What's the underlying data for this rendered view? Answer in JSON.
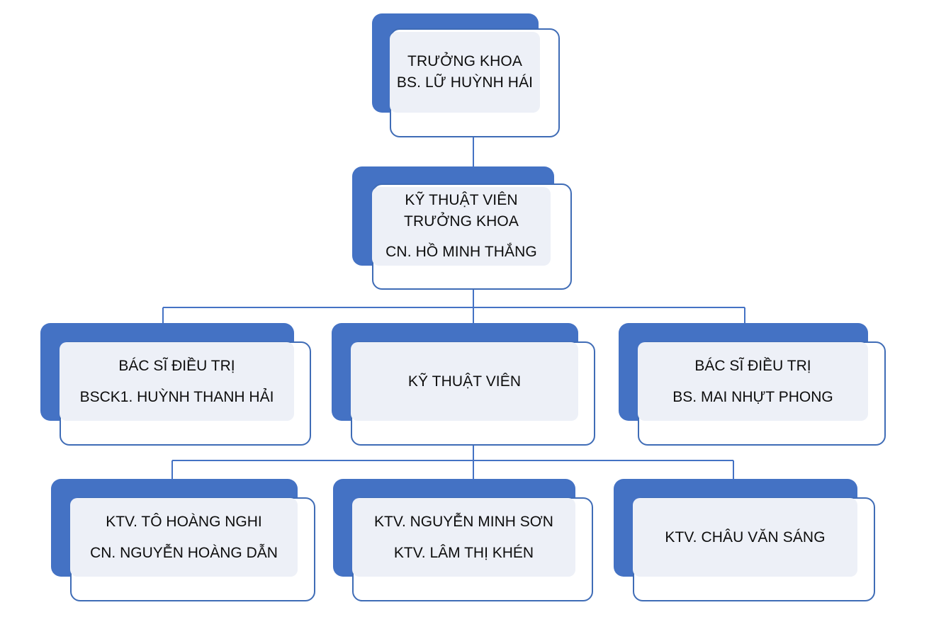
{
  "chart_title": "",
  "theme": {
    "accent_blue": "#4472C4",
    "outline_blue": "#3F6CB6",
    "panel_fill": "#EDF0F7",
    "box_fill": "#FFFFFF",
    "text_color": "#0D0D0D",
    "connector_color": "#4472C4",
    "page_background": "#FFFFFF"
  },
  "nodes": {
    "truong_khoa": {
      "id": "truong-khoa",
      "level": 1,
      "lines": [
        "TRƯỞNG KHOA",
        "BS. LỮ HUỲNH HÁI"
      ]
    },
    "ktv_truong_khoa": {
      "id": "ky-thuat-vien-truong-khoa",
      "level": 2,
      "lines": [
        "KỸ THUẬT VIÊN",
        "TRƯỞNG KHOA",
        "CN. HỒ MINH THẮNG"
      ]
    },
    "bac_si_dieu_tri_left": {
      "id": "bac-si-dieu-tri-huynh-thanh-hai",
      "level": 3,
      "lines": [
        "BÁC SĨ ĐIỀU TRỊ",
        "BSCK1. HUỲNH THANH HẢI"
      ]
    },
    "ky_thuat_vien": {
      "id": "ky-thuat-vien",
      "level": 3,
      "lines": [
        "KỸ THUẬT VIÊN"
      ]
    },
    "bac_si_dieu_tri_right": {
      "id": "bac-si-dieu-tri-mai-nhut-phong",
      "level": 3,
      "lines": [
        "BÁC SĨ ĐIỀU TRỊ",
        "BS. MAI NHỰT PHONG"
      ]
    },
    "ktv_group_left": {
      "id": "ktv-to-hoang-nghi",
      "level": 4,
      "lines": [
        "KTV. TÔ HOÀNG NGHI",
        "CN. NGUYỄN HOÀNG DẪN"
      ]
    },
    "ktv_group_center": {
      "id": "ktv-nguyen-minh-son",
      "level": 4,
      "lines": [
        "KTV. NGUYỄN MINH SƠN",
        "KTV. LÂM THỊ KHÉN"
      ]
    },
    "ktv_group_right": {
      "id": "ktv-chau-van-sang",
      "level": 4,
      "lines": [
        "KTV. CHÂU VĂN SÁNG"
      ]
    }
  }
}
